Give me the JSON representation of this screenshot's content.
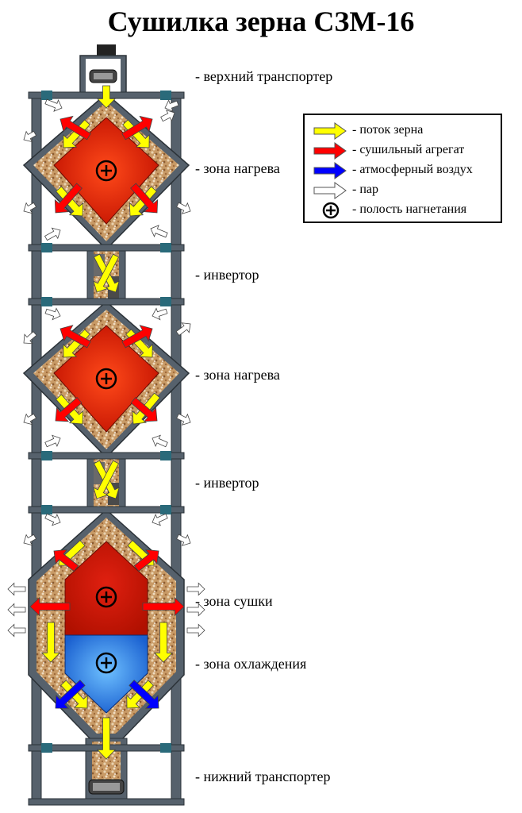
{
  "title": "Сушилка зерна СЗМ-16",
  "zone_labels": {
    "top_transporter": "- верхний транспортер",
    "heating_1": "- зона нагрева",
    "inverter_1": "- инвертор",
    "heating_2": "- зона нагрева",
    "inverter_2": "- инвертор",
    "drying": "- зона сушки",
    "cooling": "- зона охлаждения",
    "bottom_transporter": "- нижний транспортер"
  },
  "legend": [
    {
      "symbol": "arrow",
      "color": "#ffff00",
      "text": "- поток зерна"
    },
    {
      "symbol": "arrow",
      "color": "#ff0000",
      "text": "- сушильный агрегат"
    },
    {
      "symbol": "arrow",
      "color": "#0000ff",
      "text": "- атмосферный воздух"
    },
    {
      "symbol": "arrow",
      "color": "#ffffff",
      "text": "- пар"
    },
    {
      "symbol": "plus-circle-icon",
      "color": "#000000",
      "text": "- полость нагнетания"
    }
  ],
  "colors": {
    "frame": "#56616c",
    "grain": "#c8a070",
    "heater": "#cc1a00",
    "cooler": "#2a80e0",
    "grain_flow": "#ffff00",
    "dryer_air": "#ff0000",
    "atmospheric_air": "#0000ff",
    "steam": "#ffffff"
  }
}
